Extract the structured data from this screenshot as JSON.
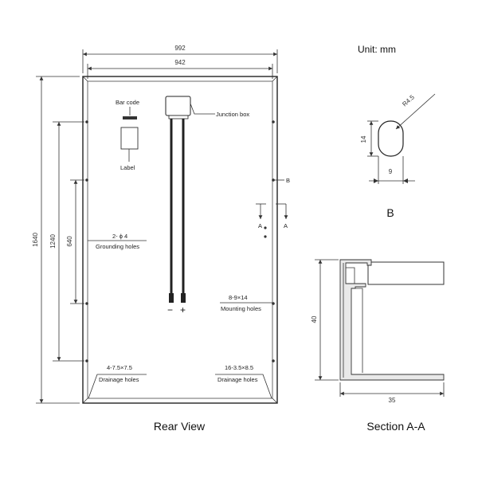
{
  "unit_note": "Unit: mm",
  "rear_view": {
    "caption": "Rear View",
    "dim_outer_width": "992",
    "dim_inner_width": "942",
    "dim_height_total": "1640",
    "dim_height_1240": "1240",
    "dim_height_640": "640",
    "bar_code_label": "Bar code",
    "label_label": "Label",
    "junction_box_label": "Junction box",
    "minus_sign": "−",
    "plus_sign": "+",
    "grounding_spec": "2- ϕ 4",
    "grounding_label": "Grounding holes",
    "mounting_spec": "8-9×14",
    "mounting_label": "Mounting holes",
    "drainage_left_spec": "4-7.5×7.5",
    "drainage_left_label": "Drainage holes",
    "drainage_right_spec": "16-3.5×8.5",
    "drainage_right_label": "Drainage holes",
    "section_marker_b": "B",
    "section_marker_a1": "A",
    "section_marker_a2": "A"
  },
  "detail_b": {
    "caption": "B",
    "radius_label": "R4.5",
    "dim_height": "14",
    "dim_width": "9"
  },
  "section_aa": {
    "caption": "Section A-A",
    "dim_height": "40",
    "dim_width": "35"
  }
}
